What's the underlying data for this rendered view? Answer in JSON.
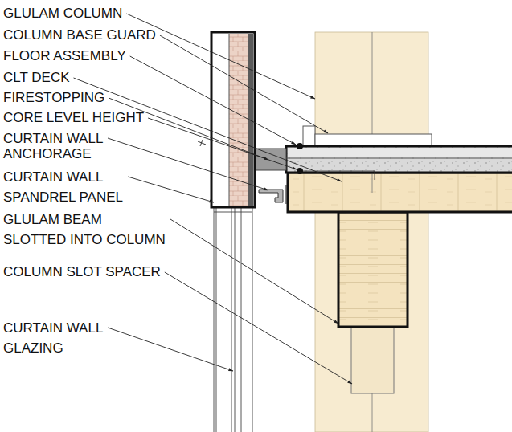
{
  "diagram": {
    "labels": [
      "GLULAM COLUMN",
      "COLUMN BASE GUARD",
      "FLOOR ASSEMBLY",
      "CLT DECK",
      "FIRESTOPPING",
      "CORE LEVEL HEIGHT",
      "CURTAIN WALL ANCHORAGE",
      "CURTAIN WALL SPANDREL PANEL",
      "GLULAM BEAM SLOTTED INTO COLUMN",
      "COLUMN SLOT SPACER",
      "CURTAIN WALL GLAZING"
    ]
  }
}
